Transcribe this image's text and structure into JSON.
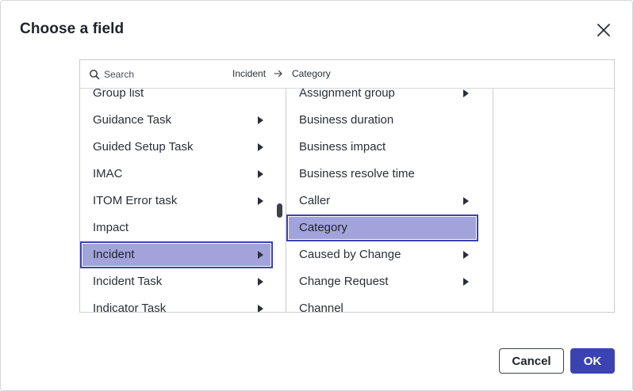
{
  "dialog": {
    "title": "Choose a field",
    "close_icon": "close-icon"
  },
  "search": {
    "placeholder": "Search",
    "value": "",
    "icon": "search-icon"
  },
  "breadcrumb": {
    "items": [
      "Incident",
      "Category"
    ],
    "separator_icon": "arrow-right-icon"
  },
  "column1": {
    "items": [
      {
        "label": "Group list",
        "has_children": false
      },
      {
        "label": "Guidance Task",
        "has_children": true
      },
      {
        "label": "Guided Setup Task",
        "has_children": true
      },
      {
        "label": "IMAC",
        "has_children": true
      },
      {
        "label": "ITOM Error task",
        "has_children": true
      },
      {
        "label": "Impact",
        "has_children": false
      },
      {
        "label": "Incident",
        "has_children": true,
        "selected": true
      },
      {
        "label": "Incident Task",
        "has_children": true
      },
      {
        "label": "Indicator Task",
        "has_children": true
      }
    ]
  },
  "column2": {
    "items": [
      {
        "label": "Assignment group",
        "has_children": true
      },
      {
        "label": "Business duration",
        "has_children": false
      },
      {
        "label": "Business impact",
        "has_children": false
      },
      {
        "label": "Business resolve time",
        "has_children": false
      },
      {
        "label": "Caller",
        "has_children": true
      },
      {
        "label": "Category",
        "has_children": false,
        "selected": true
      },
      {
        "label": "Caused by Change",
        "has_children": true
      },
      {
        "label": "Change Request",
        "has_children": true
      },
      {
        "label": "Channel",
        "has_children": false
      }
    ]
  },
  "footer": {
    "cancel_label": "Cancel",
    "ok_label": "OK"
  },
  "colors": {
    "accent": "#3b42b2",
    "selected_bg": "#a3a3dc",
    "text": "#2b2f35"
  }
}
